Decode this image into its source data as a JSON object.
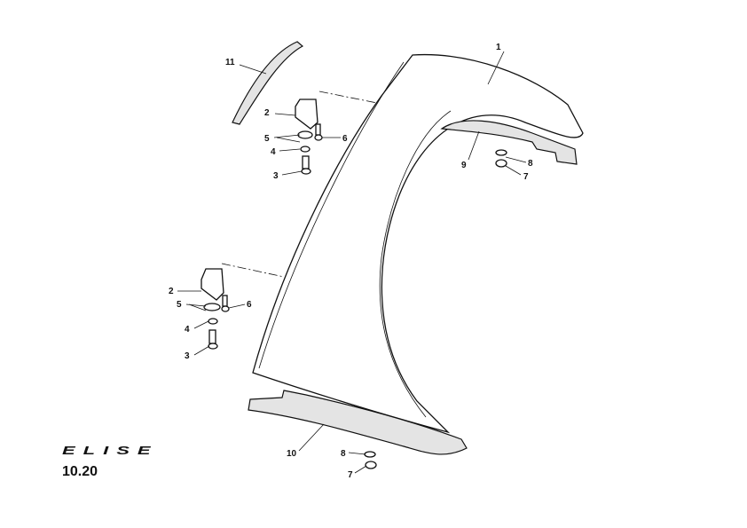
{
  "logo": "ELISE",
  "page_code": "10.20",
  "callouts": {
    "c1": "1",
    "c11": "11",
    "upper": {
      "c2": "2",
      "c5": "5",
      "c6": "6",
      "c4": "4",
      "c3": "3"
    },
    "arch": {
      "c9": "9",
      "c8": "8",
      "c7": "7"
    },
    "lower": {
      "c2": "2",
      "c5": "5",
      "c6": "6",
      "c4": "4",
      "c3": "3"
    },
    "sill": {
      "c10": "10",
      "c8": "8",
      "c7": "7"
    }
  }
}
